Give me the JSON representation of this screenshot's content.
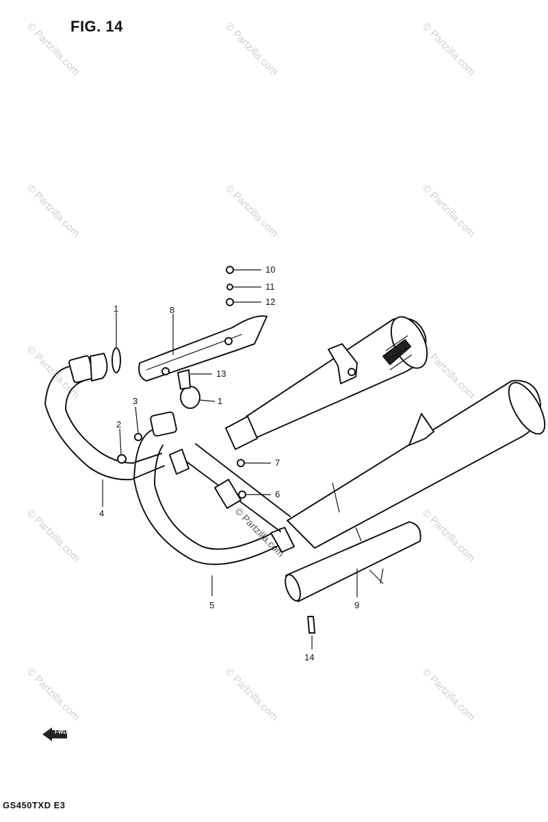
{
  "figure": {
    "title": "FIG. 14"
  },
  "model_code": "GS450TXD E3",
  "watermark": {
    "text": "© Partzilla.com"
  },
  "callouts": [
    {
      "id": "c1a",
      "label": "1"
    },
    {
      "id": "c1b",
      "label": "1"
    },
    {
      "id": "c2",
      "label": "2"
    },
    {
      "id": "c3",
      "label": "3"
    },
    {
      "id": "c4",
      "label": "4"
    },
    {
      "id": "c5",
      "label": "5"
    },
    {
      "id": "c6",
      "label": "6"
    },
    {
      "id": "c7",
      "label": "7"
    },
    {
      "id": "c8",
      "label": "8"
    },
    {
      "id": "c9",
      "label": "9"
    },
    {
      "id": "c10",
      "label": "10"
    },
    {
      "id": "c11",
      "label": "11"
    },
    {
      "id": "c12",
      "label": "12"
    },
    {
      "id": "c13",
      "label": "13"
    },
    {
      "id": "c14",
      "label": "14"
    }
  ],
  "front_arrow_label": "FWD"
}
